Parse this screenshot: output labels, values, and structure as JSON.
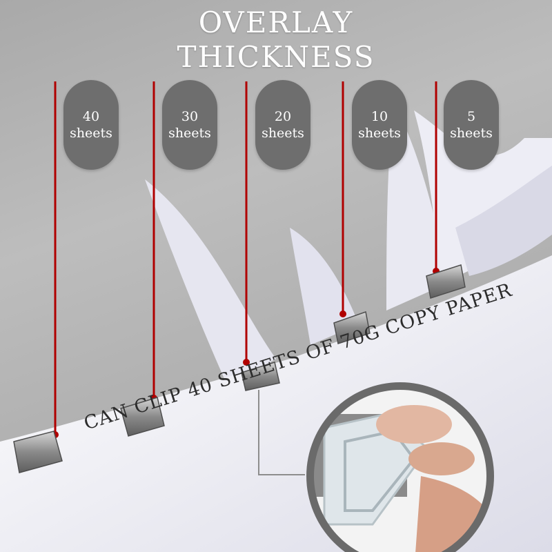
{
  "title": {
    "line1": "OVERLAY",
    "line2": "THICKNESS"
  },
  "labels": [
    {
      "count": "40",
      "unit": "sheets"
    },
    {
      "count": "30",
      "unit": "sheets"
    },
    {
      "count": "20",
      "unit": "sheets"
    },
    {
      "count": "10",
      "unit": "sheets"
    },
    {
      "count": "5",
      "unit": "sheets"
    }
  ],
  "caption": "CAN CLIP 40 SHEETS OF 70G COPY PAPER",
  "colors": {
    "pointer_line": "#b00000",
    "pill_background": "#6e6e6e",
    "paper": "#eeeef5",
    "clip_metal": "#9a9a9a"
  },
  "icons": [
    "metal-clip-icon",
    "hand-holding-clip-icon"
  ]
}
